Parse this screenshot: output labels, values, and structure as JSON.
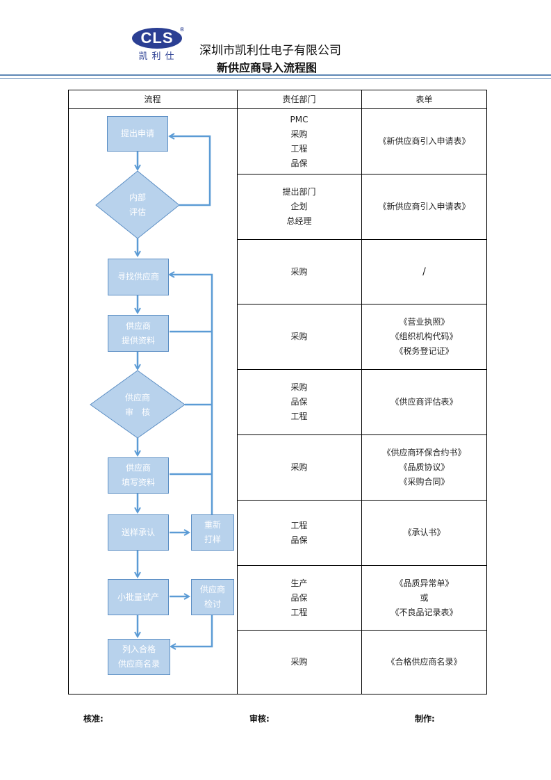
{
  "header": {
    "logo_text": "CLS",
    "logo_reg": "®",
    "logo_sub": "凯利仕",
    "company": "深圳市凯利仕电子有限公司",
    "title": "新供应商导入流程图"
  },
  "table": {
    "headers": [
      "流程",
      "责任部门",
      "表单"
    ],
    "rows": [
      {
        "dept": [
          "PMC",
          "采购",
          "工程",
          "品保"
        ],
        "form": [
          "《新供应商引入申请表》"
        ]
      },
      {
        "dept": [
          "提出部门",
          "企划",
          "总经理"
        ],
        "form": [
          "《新供应商引入申请表》"
        ]
      },
      {
        "dept": [
          "采购"
        ],
        "form": [
          "/"
        ]
      },
      {
        "dept": [
          "采购"
        ],
        "form": [
          "《营业执照》",
          "《组织机构代码》",
          "《税务登记证》"
        ]
      },
      {
        "dept": [
          "采购",
          "品保",
          "工程"
        ],
        "form": [
          "《供应商评估表》"
        ]
      },
      {
        "dept": [
          "采购"
        ],
        "form": [
          "《供应商环保合约书》",
          "《品质协议》",
          "《采购合同》"
        ]
      },
      {
        "dept": [
          "工程",
          "品保"
        ],
        "form": [
          "《承认书》"
        ]
      },
      {
        "dept": [
          "生产",
          "品保",
          "工程"
        ],
        "form": [
          "《品质异常单》",
          "或",
          "《不良品记录表》"
        ]
      },
      {
        "dept": [
          "采购"
        ],
        "form": [
          "《合格供应商名录》"
        ]
      }
    ]
  },
  "flow": {
    "submit": [
      "提出申请"
    ],
    "internal_eval": [
      "内部",
      "评估"
    ],
    "find_supplier": [
      "寻找供应商"
    ],
    "supplier_provide": [
      "供应商",
      "提供资料"
    ],
    "supplier_review": [
      "供应商",
      "审　核"
    ],
    "supplier_fill": [
      "供应商",
      "填写资料"
    ],
    "send_sample": [
      "送样承认"
    ],
    "resample": [
      "重新",
      "打样"
    ],
    "small_batch": [
      "小批量试产"
    ],
    "supplier_check": [
      "供应商",
      "检讨"
    ],
    "qualified": [
      "列入合格",
      "供应商名录"
    ]
  },
  "footer": {
    "approve": "核准:",
    "review": "审核:",
    "make": "制作:"
  },
  "colors": {
    "box_fill": "#b8d2ec",
    "box_border": "#5b8ec4",
    "arrow": "#5b9bd5",
    "logo": "#2b3f93"
  }
}
